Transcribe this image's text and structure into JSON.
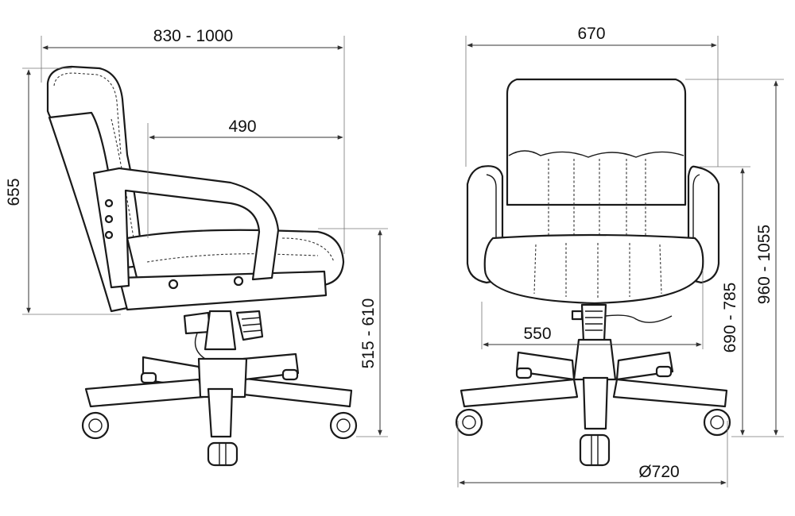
{
  "dimensions": {
    "side_depth": "830 - 1000",
    "side_seat_depth": "490",
    "side_back_height": "655",
    "side_seat_height": "515 - 610",
    "front_width": "670",
    "front_seat_width": "550",
    "front_arm_height": "690 - 785",
    "front_total_height": "960 - 1055",
    "base_diameter": "Ø720"
  },
  "colors": {
    "line": "#1a1a1a",
    "background": "#ffffff"
  }
}
